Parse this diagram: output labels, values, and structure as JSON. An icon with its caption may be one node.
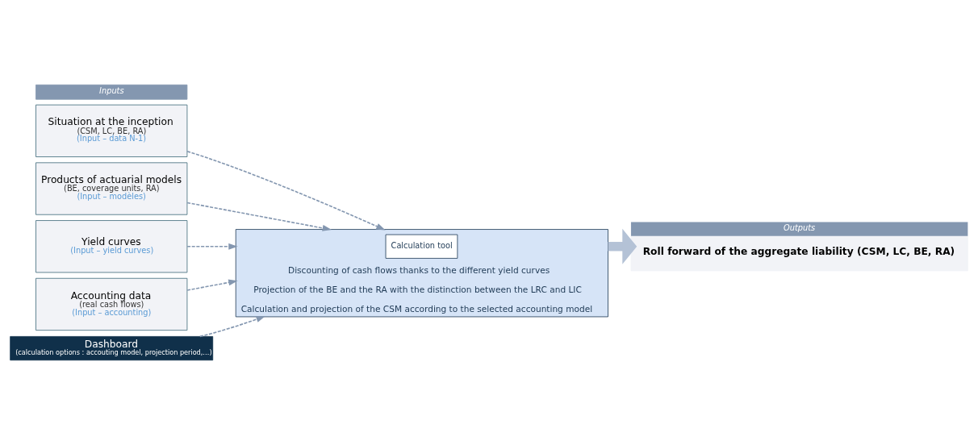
{
  "diagram": {
    "nodes": [
      {
        "text": [
          "Inputs"
        ]
      },
      {
        "text": [
          "Situation at the inception",
          "(CSM, LC, BE, RA)",
          "(Input – data N-1)"
        ]
      },
      {
        "text": [
          "Products of actuarial models",
          "(BE, coverage units, RA)",
          "(Input – modèles)"
        ]
      },
      {
        "text": [
          "Yield curves",
          "(Input – yield curves)"
        ]
      },
      {
        "text": [
          "Accounting data",
          "(real cash flows)",
          "(Input – accounting)"
        ]
      },
      {
        "text": [
          "Dashboard",
          "(calculation options : accouting model, projection period,…)"
        ]
      },
      {
        "text": [
          "Discounting of cash flows thanks to the different yield curves",
          "Projection of the BE and the RA with the distinction between the LRC and LIC",
          "Calculation and projection of the CSM according to the selected accounting model"
        ]
      },
      {
        "text": [
          "Calculation tool"
        ],
        "in": 6
      },
      {
        "text": [
          "Outputs",
          "Roll forward of the aggregate liability (CSM, LC, BE, RA)"
        ]
      }
    ],
    "edges": [
      {
        "from": 1,
        "to": 6,
        "arrow": "to",
        "style": "dashed"
      },
      {
        "from": 2,
        "to": 6,
        "arrow": "to",
        "style": "dashed"
      },
      {
        "from": 3,
        "to": 6,
        "arrow": "to",
        "style": "dashed"
      },
      {
        "from": 4,
        "to": 6,
        "arrow": "to",
        "style": "dashed"
      },
      {
        "from": 5,
        "to": 6,
        "arrow": "to",
        "style": "dashed"
      },
      {
        "from": 6,
        "to": 8,
        "arrow": "to",
        "style": "thick",
        "color": "#b4c2d6"
      }
    ]
  }
}
